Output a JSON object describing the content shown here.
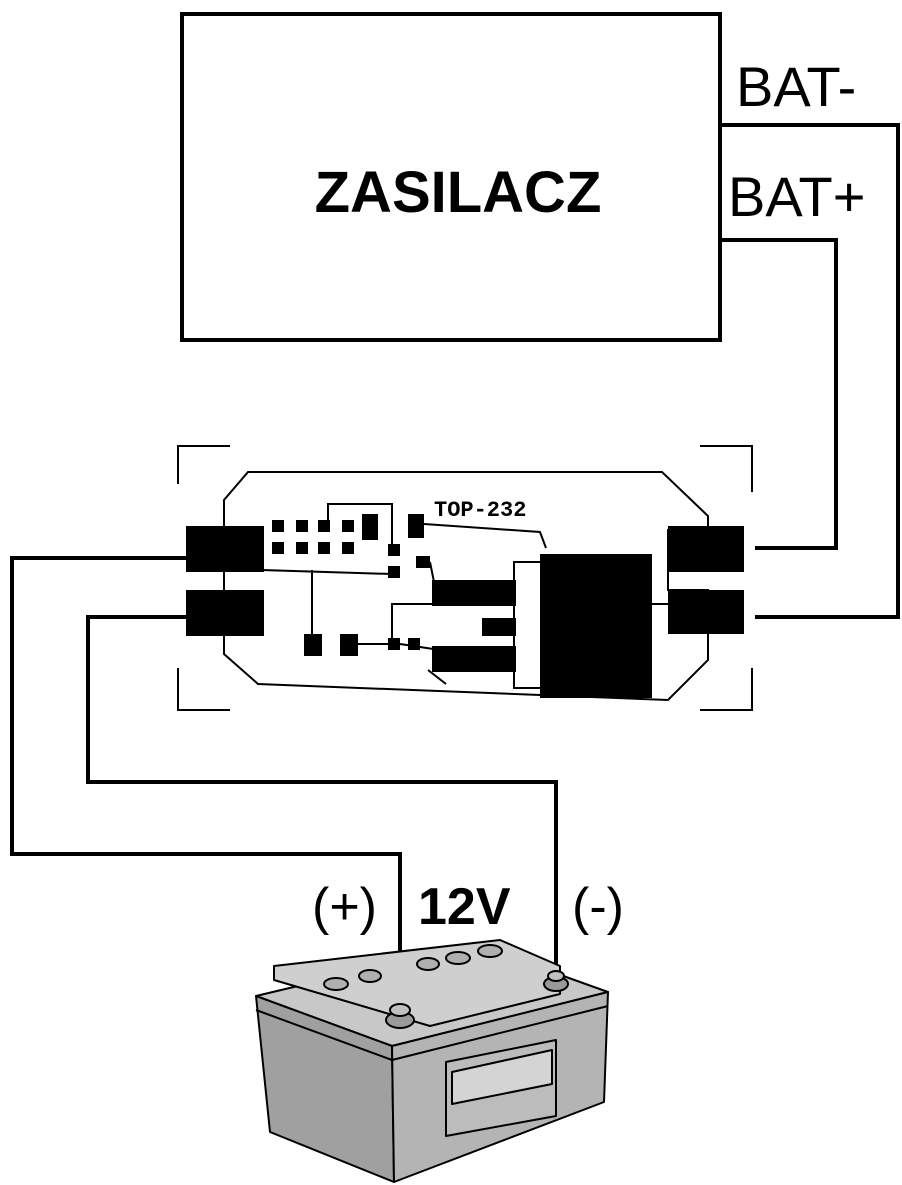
{
  "power_supply": {
    "label": "ZASILACZ"
  },
  "terminals": {
    "bat_minus": "BAT-",
    "bat_plus": "BAT+"
  },
  "module": {
    "label": "TOP-232"
  },
  "battery": {
    "plus_label": "(+)",
    "minus_label": "(-)",
    "voltage": "12V"
  },
  "colors": {
    "ink": "#000000",
    "battery_body": "#a8a8a8",
    "battery_top": "#c8c8c8",
    "background": "#ffffff"
  }
}
